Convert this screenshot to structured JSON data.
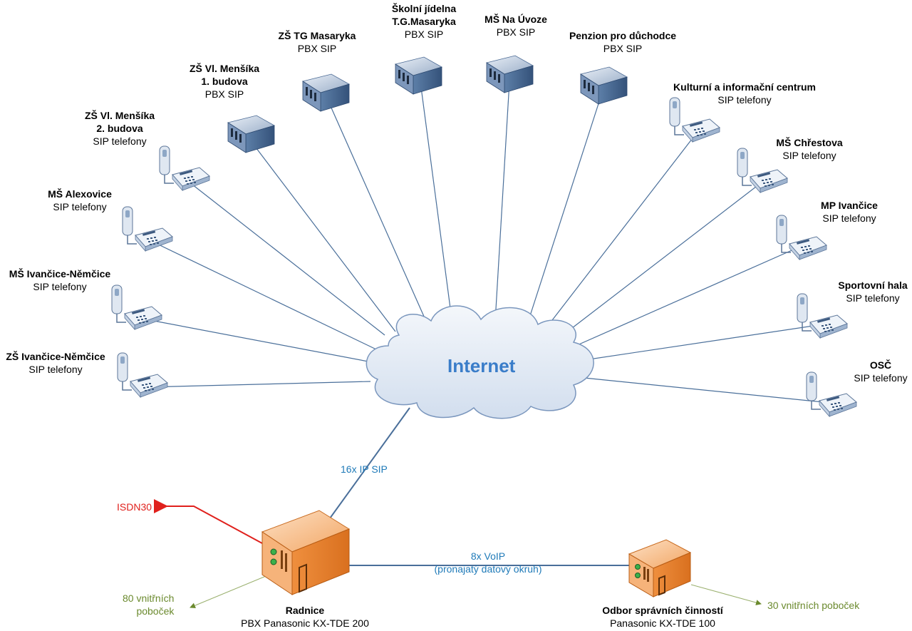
{
  "cloud_label": "Internet",
  "sites": [
    {
      "id": "zs-mensika-2",
      "name": "ZŠ Vl. Menšíka\n2. budova",
      "type": "SIP telefony",
      "device": "phone"
    },
    {
      "id": "ms-alexovice",
      "name": "MŠ Alexovice",
      "type": "SIP telefony",
      "device": "phone"
    },
    {
      "id": "ms-ivancice-nemcice",
      "name": "MŠ Ivančice-Němčice",
      "type": "SIP telefony",
      "device": "phone"
    },
    {
      "id": "zs-ivancice-nemcice",
      "name": "ZŠ Ivančice-Němčice",
      "type": "SIP telefony",
      "device": "phone"
    },
    {
      "id": "zs-mensika-1",
      "name": "ZŠ Vl. Menšíka\n1. budova",
      "type": "PBX SIP",
      "device": "server"
    },
    {
      "id": "zs-tg-masaryka",
      "name": "ZŠ TG Masaryka",
      "type": "PBX SIP",
      "device": "server"
    },
    {
      "id": "skolni-jidelna",
      "name": "Školní jídelna\nT.G.Masaryka",
      "type": "PBX SIP",
      "device": "server"
    },
    {
      "id": "ms-na-uvoze",
      "name": "MŠ Na Úvoze",
      "type": "PBX SIP",
      "device": "server"
    },
    {
      "id": "penzion",
      "name": "Penzion pro důchodce",
      "type": "PBX SIP",
      "device": "server"
    },
    {
      "id": "kic",
      "name": "Kulturní a informační centrum",
      "type": "SIP telefony",
      "device": "phone"
    },
    {
      "id": "ms-chrestova",
      "name": "MŠ Chřestova",
      "type": "SIP telefony",
      "device": "phone"
    },
    {
      "id": "mp-ivancice",
      "name": "MP Ivančice",
      "type": "SIP telefony",
      "device": "phone"
    },
    {
      "id": "sportovni-hala",
      "name": "Sportovní hala",
      "type": "SIP telefony",
      "device": "phone"
    },
    {
      "id": "osc",
      "name": "OSČ",
      "type": "SIP telefony",
      "device": "phone"
    }
  ],
  "radnice": {
    "name": "Radnice",
    "type": "PBX Panasonic KX-TDE 200"
  },
  "odbor": {
    "name": "Odbor správních činností",
    "type": "Panasonic KX-TDE 100"
  },
  "links": {
    "ip_sip": "16x IP  SIP",
    "voip_line1": "8x VoIP",
    "voip_line2": "(pronajatý datový okruh)",
    "isdn": "ISDN30",
    "radnice_ext": "80 vnitřních\npoboček",
    "odbor_ext": "30 vnitřních poboček"
  },
  "colors": {
    "line": "#4a6f9a",
    "cloud": "#e3ebf6",
    "cloud_stroke": "#7a96bd",
    "isdn": "#e0201c",
    "ext": "#6b8a2e",
    "pbx_main": "#f39a4c"
  }
}
